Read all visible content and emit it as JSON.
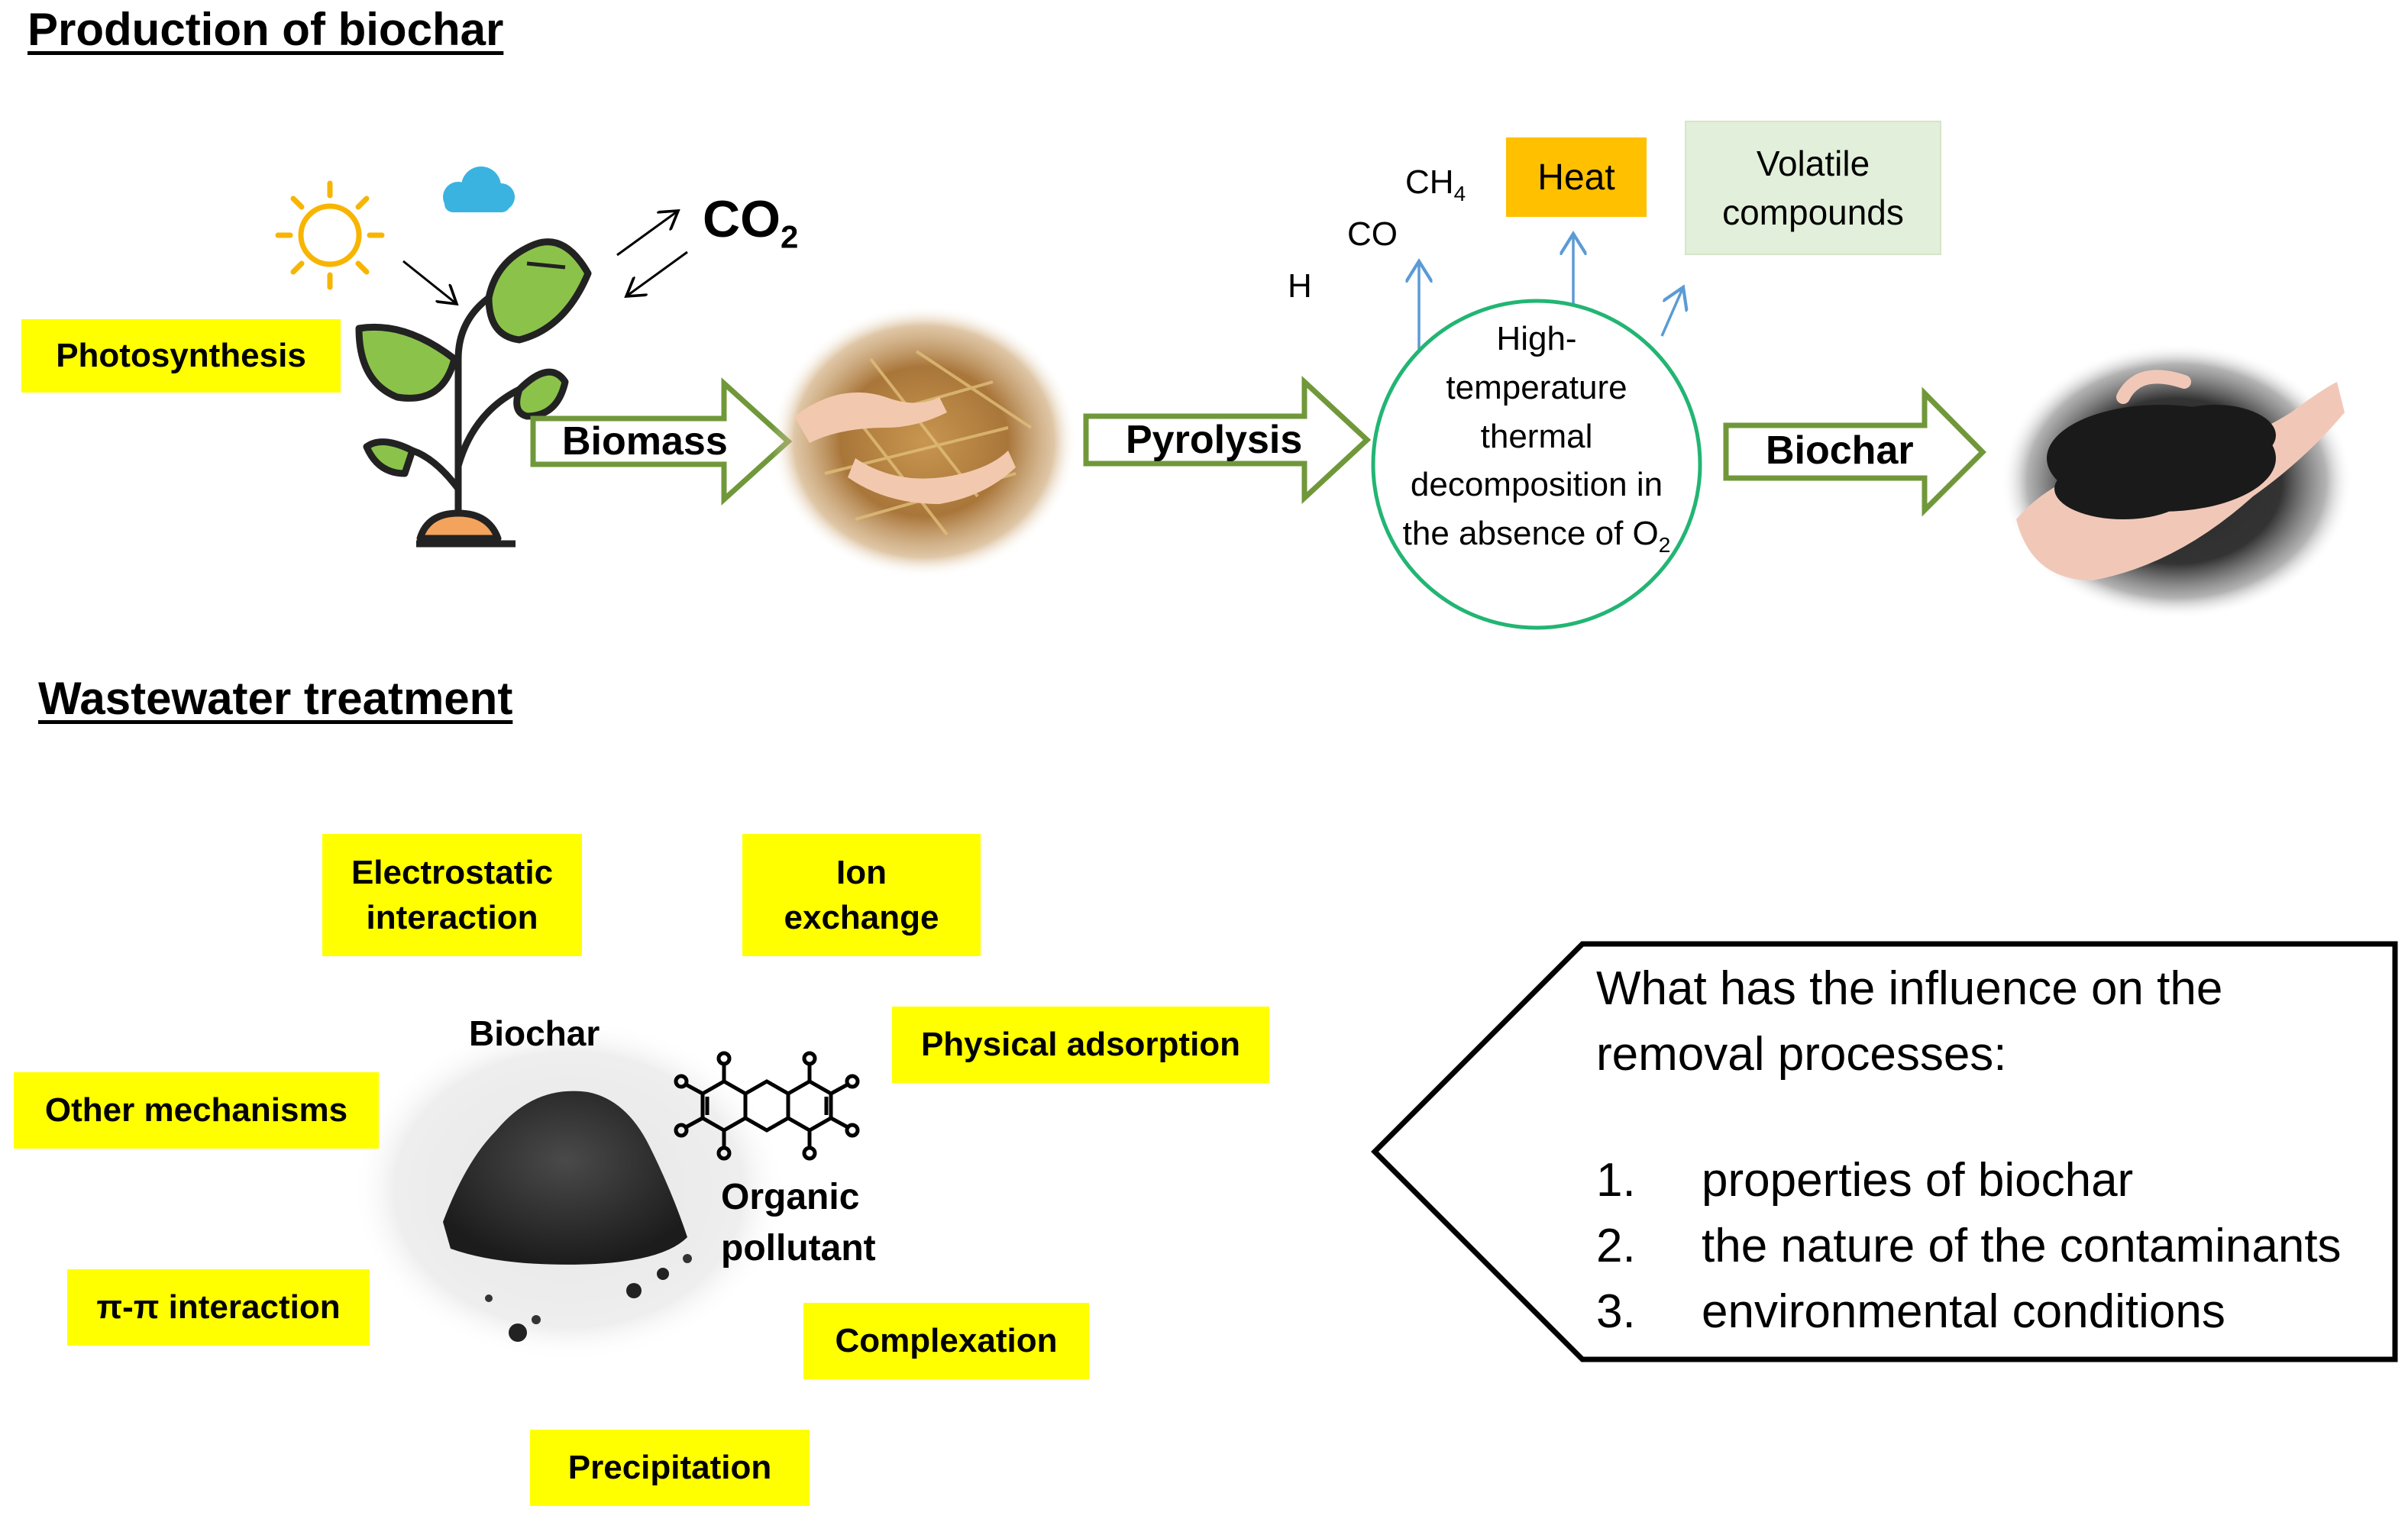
{
  "production": {
    "heading": "Production of biochar",
    "photosynthesis": "Photosynthesis",
    "co2": "CO",
    "co2_sub": "2",
    "biomass": "Biomass",
    "pyrolysis": "Pyrolysis",
    "biochar": "Biochar",
    "products": {
      "h": "H",
      "co": "CO",
      "ch4": "CH",
      "ch4_sub": "4",
      "heat": "Heat",
      "volatile_line1": "Volatile",
      "volatile_line2": "compounds"
    },
    "circle": {
      "line1": "High-",
      "line2": "temperature",
      "line3": "thermal",
      "line4": "decomposition in",
      "line5": "the absence of O",
      "line5_sub": "2"
    },
    "colors": {
      "arrow_green": "#70983a",
      "circle_green": "#22b573",
      "heat_orange": "#ffc000",
      "volatile_bg": "#e2efda",
      "up_arrow_blue": "#5b9bd5",
      "highlight_yellow": "#ffff00"
    },
    "icons": [
      "sun-icon",
      "cloud-icon",
      "plant-icon",
      "biomass-photo",
      "biochar-photo"
    ]
  },
  "wastewater": {
    "heading": "Wastewater treatment",
    "center_label": "Biochar",
    "pollutant_line1": "Organic",
    "pollutant_line2": "pollutant",
    "mechanisms": {
      "electrostatic_line1": "Electrostatic",
      "electrostatic_line2": "interaction",
      "ion_line1": "Ion",
      "ion_line2": "exchange",
      "physical": "Physical adsorption",
      "other": "Other mechanisms",
      "pi": "π-π interaction",
      "complexation": "Complexation",
      "precipitation": "Precipitation"
    },
    "icons": [
      "biochar-powder-icon",
      "molecule-icon"
    ]
  },
  "influence": {
    "title_line1": "What has the influence on the",
    "title_line2": "removal processes:",
    "items": [
      {
        "num": "1.",
        "text": "properties of biochar"
      },
      {
        "num": "2.",
        "text": "the nature of the contaminants"
      },
      {
        "num": "3.",
        "text": "environmental conditions"
      }
    ]
  }
}
